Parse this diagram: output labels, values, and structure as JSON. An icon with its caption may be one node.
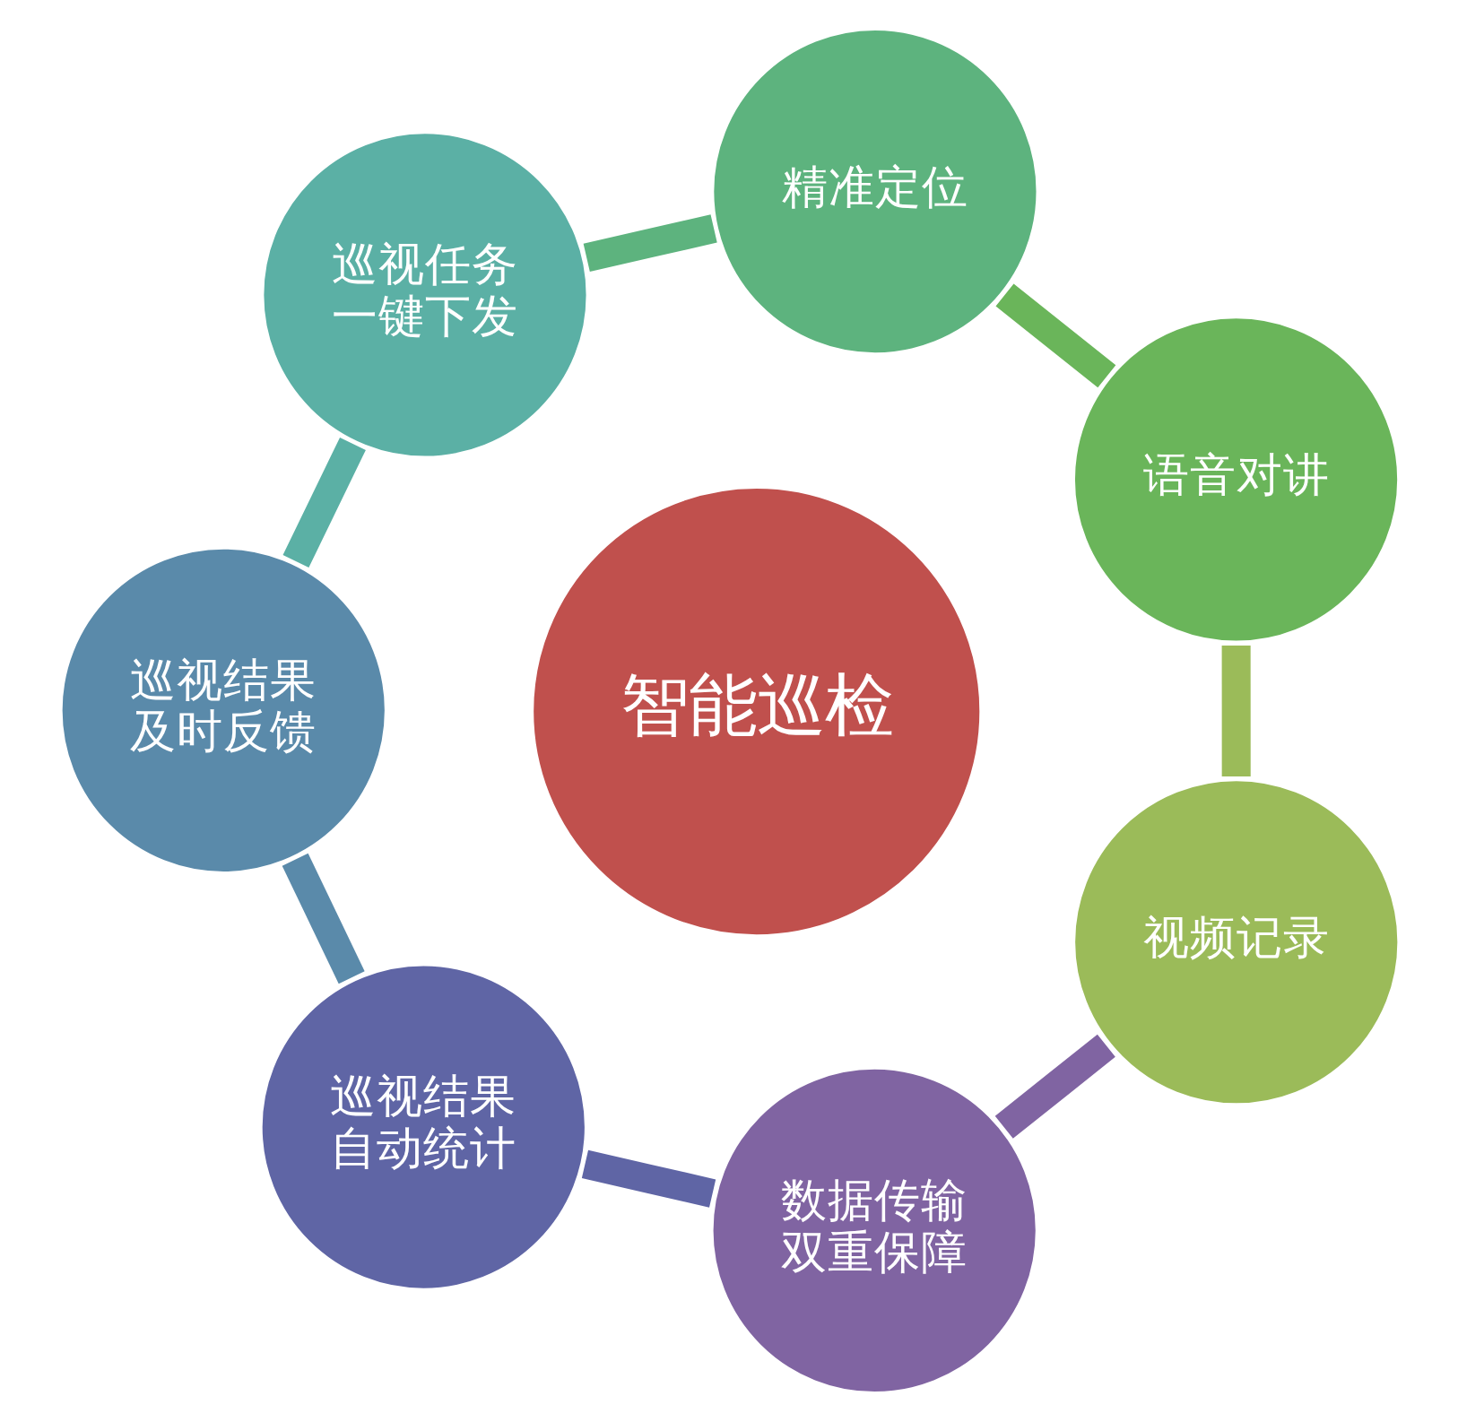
{
  "diagram": {
    "nodes": [
      {
        "text": [
          "智能巡检"
        ]
      },
      {
        "text": [
          "视频记录"
        ]
      },
      {
        "text": [
          "语音对讲"
        ]
      },
      {
        "text": [
          "精准定位"
        ]
      },
      {
        "text": [
          "巡视任务一键下发"
        ]
      },
      {
        "text": [
          "巡视结果及时反馈"
        ]
      },
      {
        "text": [
          "巡视结果自动统计"
        ]
      },
      {
        "text": [
          "数据传输双重保障"
        ]
      }
    ],
    "edges": [
      {
        "from": 1,
        "to": 2,
        "arrow": "none",
        "color": "#9bbb59"
      },
      {
        "from": 2,
        "to": 3,
        "arrow": "none",
        "color": "#6ab55a"
      },
      {
        "from": 3,
        "to": 4,
        "arrow": "none",
        "color": "#5db37e"
      },
      {
        "from": 4,
        "to": 5,
        "arrow": "none",
        "color": "#5bb0a5"
      },
      {
        "from": 5,
        "to": 6,
        "arrow": "none",
        "color": "#5a8aaa"
      },
      {
        "from": 6,
        "to": 7,
        "arrow": "none",
        "color": "#5f65a5"
      },
      {
        "from": 7,
        "to": 1,
        "arrow": "none",
        "color": "#8064a2"
      }
    ]
  }
}
